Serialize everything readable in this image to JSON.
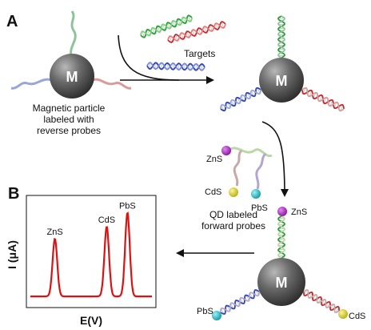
{
  "panel_a": {
    "letter": "A",
    "caption_lines": [
      "Magnetic particle",
      "labeled with",
      "reverse probes"
    ],
    "bead_letter": "M",
    "targets_label": "Targets",
    "qd_caption_lines": [
      "QD labeled",
      "forward probes"
    ],
    "qd_labels": {
      "zns": "ZnS",
      "cds": "CdS",
      "pbs": "PbS"
    },
    "bound_labels": {
      "zns": "ZnS",
      "pbs": "PbS",
      "cds": "CdS"
    }
  },
  "panel_b": {
    "letter": "B",
    "ylabel": "I (μA)",
    "xlabel": "E(V)"
  },
  "colors": {
    "zns": "#9b1cb1",
    "cds": "#d8d01a",
    "pbs": "#19b8c4",
    "peak": "#dd1111",
    "strand_green": "#2e9e3a",
    "strand_red": "#c22b2b",
    "strand_blue": "#2d45b5"
  },
  "chart_data": {
    "type": "line",
    "xlabel": "E(V)",
    "ylabel": "I (μA)",
    "grid": false,
    "series": [
      {
        "peaks": [
          {
            "label": "ZnS",
            "position": 0.22,
            "height": 0.62
          },
          {
            "label": "CdS",
            "position": 0.62,
            "height": 0.75
          },
          {
            "label": "PbS",
            "position": 0.78,
            "height": 0.9
          }
        ]
      }
    ]
  }
}
